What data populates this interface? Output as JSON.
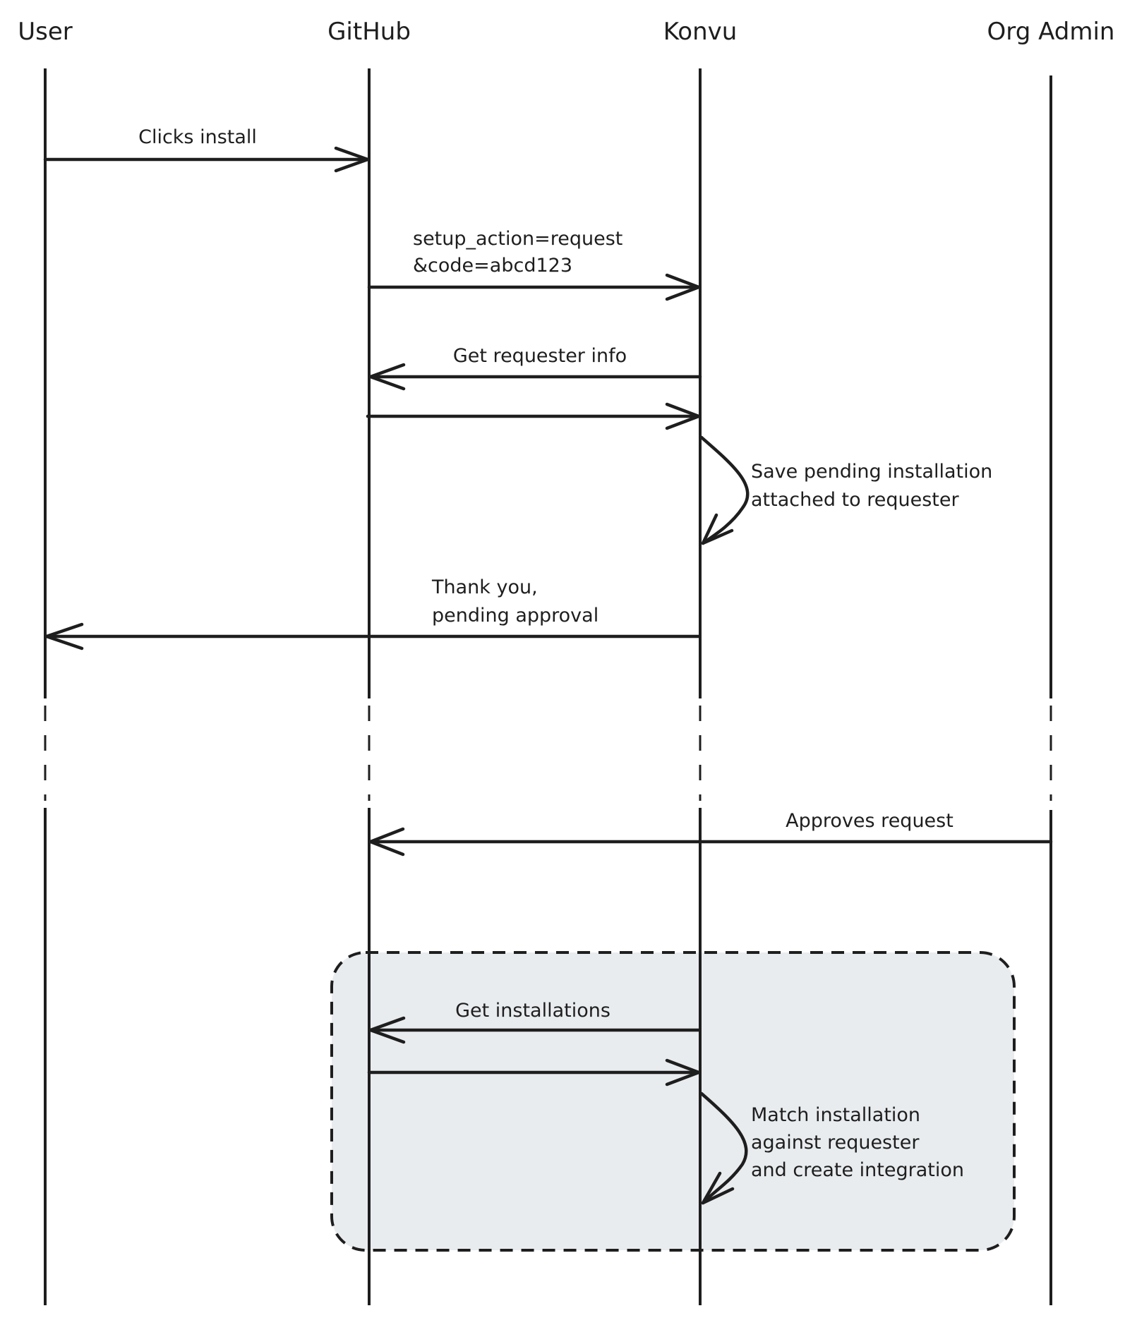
{
  "diagram": {
    "type": "sequence-diagram",
    "actors": [
      {
        "id": "user",
        "label": "User"
      },
      {
        "id": "github",
        "label": "GitHub"
      },
      {
        "id": "konvu",
        "label": "Konvu"
      },
      {
        "id": "org_admin",
        "label": "Org Admin"
      }
    ],
    "messages": [
      {
        "from": "user",
        "to": "github",
        "lines": [
          "Clicks install"
        ]
      },
      {
        "from": "github",
        "to": "konvu",
        "lines": [
          "setup_action=request",
          "&code=abcd123"
        ]
      },
      {
        "from": "konvu",
        "to": "github",
        "lines": [
          "Get requester info"
        ]
      },
      {
        "from": "github",
        "to": "konvu",
        "lines": []
      },
      {
        "from": "konvu",
        "to": "konvu",
        "lines": [
          "Save pending installation",
          "attached to requester"
        ]
      },
      {
        "from": "konvu",
        "to": "user",
        "lines": [
          "Thank you,",
          "pending approval"
        ]
      },
      {
        "from": "org_admin",
        "to": "github",
        "lines": [
          "Approves request"
        ]
      },
      {
        "from": "konvu",
        "to": "github",
        "lines": [
          "Get installations"
        ]
      },
      {
        "from": "github",
        "to": "konvu",
        "lines": []
      },
      {
        "from": "konvu",
        "to": "konvu",
        "lines": [
          "Match installation",
          "against requester",
          "and create integration"
        ]
      }
    ],
    "group_box": {
      "fill_color": "#e9ecef",
      "style": "dashed",
      "contains_messages": [
        7,
        8,
        9
      ]
    },
    "stroke_color": "#1e1e1e"
  }
}
